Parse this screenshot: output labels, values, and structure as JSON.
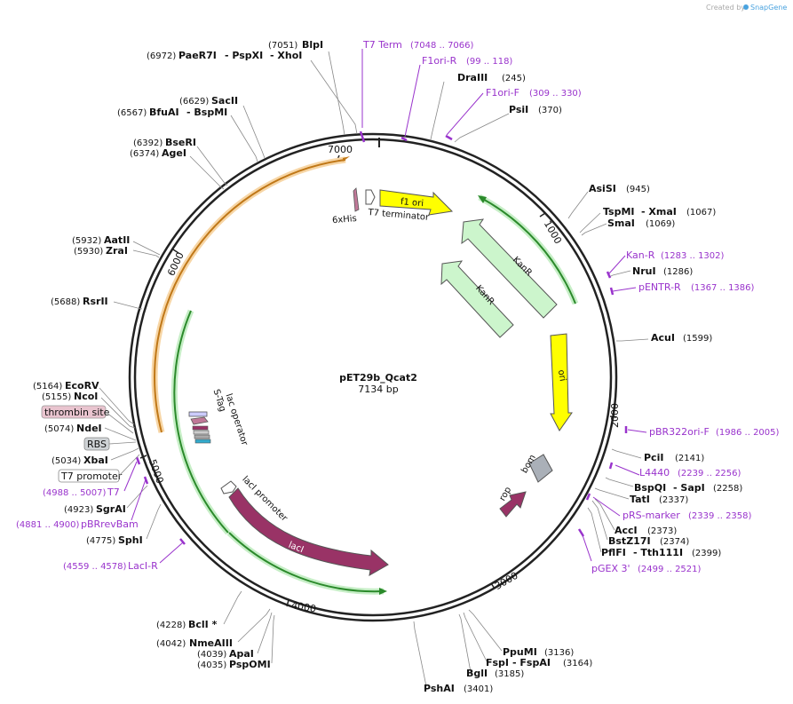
{
  "plasmid": {
    "name": "pET29b_Qcat2",
    "size_label": "7134 bp"
  },
  "branding": {
    "created_by": "Created by",
    "brand": "SnapGene"
  },
  "ticks": [
    "1000",
    "2000",
    "3000",
    "4000",
    "5000",
    "6000",
    "7000"
  ],
  "enzymes": [
    {
      "name": "BlpI",
      "pos": "(7051)"
    },
    {
      "name": "PaeR7I",
      "pos": "(6972)"
    },
    {
      "name": "- PspXI",
      "pos": ""
    },
    {
      "name": "- XhoI",
      "pos": ""
    },
    {
      "name": "SacII",
      "pos": "(6629)"
    },
    {
      "name": "BfuAI",
      "pos": "(6567)"
    },
    {
      "name": "- BspMI",
      "pos": ""
    },
    {
      "name": "BseRI",
      "pos": "(6392)"
    },
    {
      "name": "AgeI",
      "pos": "(6374)"
    },
    {
      "name": "AatII",
      "pos": "(5932)"
    },
    {
      "name": "ZraI",
      "pos": "(5930)"
    },
    {
      "name": "RsrII",
      "pos": "(5688)"
    },
    {
      "name": "EcoRV",
      "pos": "(5164)"
    },
    {
      "name": "NcoI",
      "pos": "(5155)"
    },
    {
      "name": "NdeI",
      "pos": "(5074)"
    },
    {
      "name": "XbaI",
      "pos": "(5034)"
    },
    {
      "name": "SgrAI",
      "pos": "(4923)"
    },
    {
      "name": "SphI",
      "pos": "(4775)"
    },
    {
      "name": "BclI *",
      "pos": "(4228)"
    },
    {
      "name": "NmeAIII",
      "pos": "(4042)"
    },
    {
      "name": "ApaI",
      "pos": "(4039)"
    },
    {
      "name": "PspOMI",
      "pos": "(4035)"
    },
    {
      "name": "DraIII",
      "pos": "(245)"
    },
    {
      "name": "PsiI",
      "pos": "(370)"
    },
    {
      "name": "AsiSI",
      "pos": "(945)"
    },
    {
      "name": "TspMI",
      "pos": ""
    },
    {
      "name": "- XmaI",
      "pos": "(1067)"
    },
    {
      "name": "SmaI",
      "pos": "(1069)"
    },
    {
      "name": "NruI",
      "pos": "(1286)"
    },
    {
      "name": "AcuI",
      "pos": "(1599)"
    },
    {
      "name": "PciI",
      "pos": "(2141)"
    },
    {
      "name": "BspQI",
      "pos": ""
    },
    {
      "name": "- SapI",
      "pos": "(2258)"
    },
    {
      "name": "TatI",
      "pos": "(2337)"
    },
    {
      "name": "AccI",
      "pos": "(2373)"
    },
    {
      "name": "BstZ17I",
      "pos": "(2374)"
    },
    {
      "name": "PflFI",
      "pos": ""
    },
    {
      "name": "- Tth111I",
      "pos": "(2399)"
    },
    {
      "name": "PpuMI",
      "pos": "(3136)"
    },
    {
      "name": "FspI",
      "pos": ""
    },
    {
      "name": "- FspAI",
      "pos": "(3164)"
    },
    {
      "name": "BglI",
      "pos": "(3185)"
    },
    {
      "name": "PshAI",
      "pos": "(3401)"
    }
  ],
  "primers": [
    {
      "name": "T7 Term",
      "range": "(7048 .. 7066)"
    },
    {
      "name": "F1ori-R",
      "range": "(99 .. 118)"
    },
    {
      "name": "F1ori-F",
      "range": "(309 .. 330)"
    },
    {
      "name": "Kan-R",
      "range": "(1283 .. 1302)"
    },
    {
      "name": "pENTR-R",
      "range": "(1367 .. 1386)"
    },
    {
      "name": "pBR322ori-F",
      "range": "(1986 .. 2005)"
    },
    {
      "name": "L4440",
      "range": "(2239 .. 2256)"
    },
    {
      "name": "pRS-marker",
      "range": "(2339 .. 2358)"
    },
    {
      "name": "pGEX 3'",
      "range": "(2499 .. 2521)"
    },
    {
      "name": "T7",
      "range": "(4988 .. 5007)"
    },
    {
      "name": "pBRrevBam",
      "range": "(4881 .. 4900)"
    },
    {
      "name": "LacI-R",
      "range": "(4559 .. 4578)"
    }
  ],
  "boxed_features": [
    {
      "name": "thrombin site"
    },
    {
      "name": "RBS"
    },
    {
      "name": "T7 promoter"
    }
  ],
  "inner_features": [
    {
      "name": "f1 ori"
    },
    {
      "name": "KanR"
    },
    {
      "name": "KanR"
    },
    {
      "name": "ori"
    },
    {
      "name": "bom"
    },
    {
      "name": "rop"
    },
    {
      "name": "lacI"
    },
    {
      "name": "lacI promoter"
    },
    {
      "name": "lac operator"
    },
    {
      "name": "S-Tag"
    },
    {
      "name": "6xHis"
    },
    {
      "name": "T7 terminator"
    }
  ],
  "colors": {
    "backbone": "#222222",
    "primer": "#9933cc",
    "f1ori": "#ffff00",
    "kanr": "#ccf5cc",
    "laci": "#993366",
    "bom": "#aab0b8",
    "orange_arc": "#f0a030",
    "green_arc": "#33aa33"
  }
}
